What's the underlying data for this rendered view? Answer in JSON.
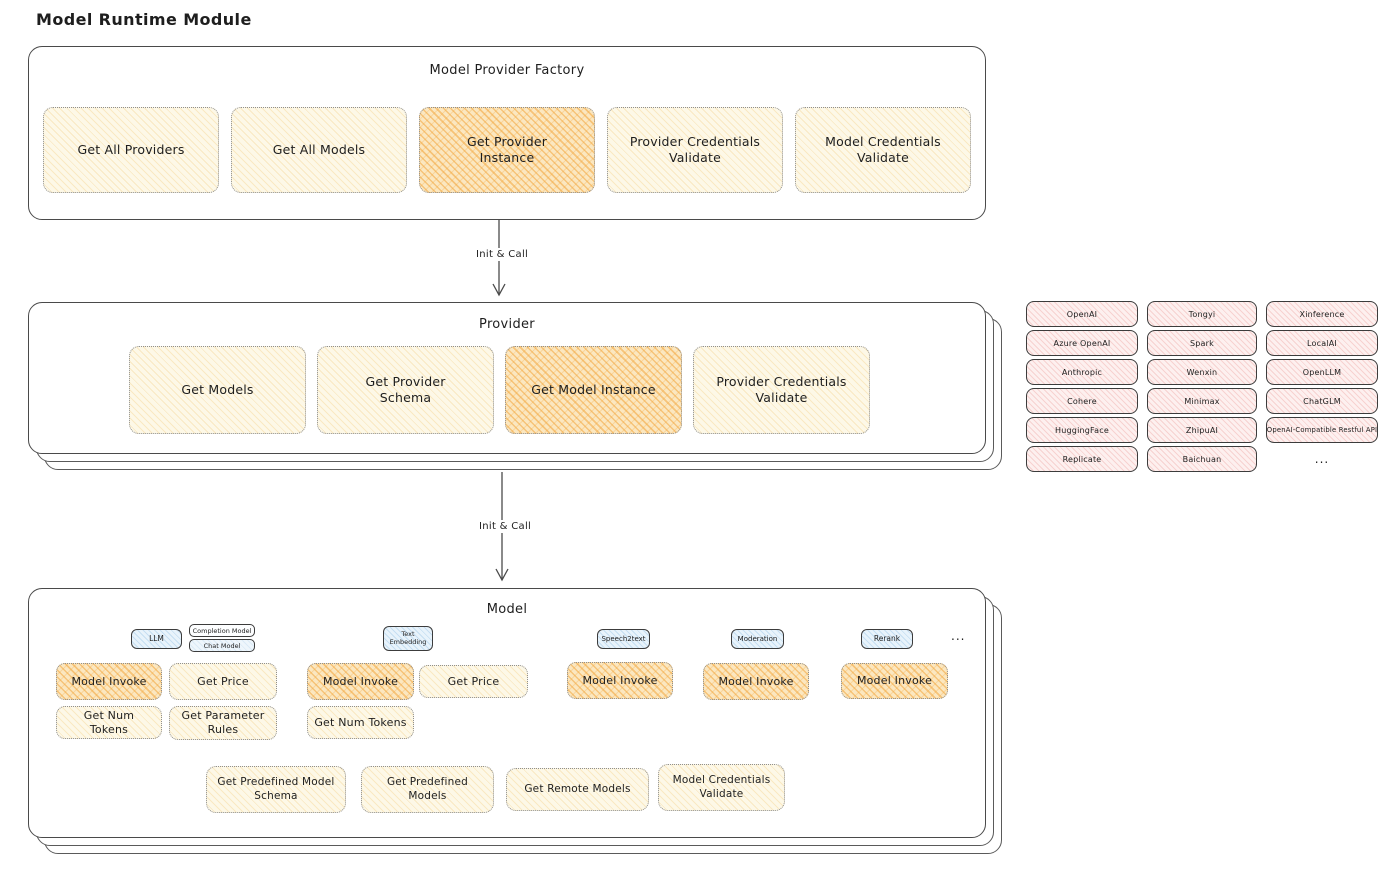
{
  "title": "Model Runtime Module",
  "arrow1": {
    "label": "Init & Call"
  },
  "arrow2": {
    "label": "Init & Call"
  },
  "factory": {
    "title": "Model Provider Factory",
    "buttons": [
      {
        "label": "Get All Providers"
      },
      {
        "label": "Get All Models"
      },
      {
        "label": "Get Provider Instance"
      },
      {
        "label": "Provider Credentials Validate"
      },
      {
        "label": "Model Credentials Validate"
      }
    ]
  },
  "provider": {
    "title": "Provider",
    "buttons": [
      {
        "label": "Get Models"
      },
      {
        "label": "Get Provider Schema"
      },
      {
        "label": "Get Model Instance"
      },
      {
        "label": "Provider Credentials Validate"
      }
    ]
  },
  "provider_list": {
    "items": [
      "OpenAI",
      "Tongyi",
      "Xinference",
      "Azure OpenAI",
      "Spark",
      "LocalAI",
      "Anthropic",
      "Wenxin",
      "OpenLLM",
      "Cohere",
      "Minimax",
      "ChatGLM",
      "HuggingFace",
      "ZhipuAI",
      "OpenAI-Compatible Restful API",
      "Replicate",
      "Baichuan"
    ],
    "more": "..."
  },
  "model": {
    "title": "Model",
    "tags": {
      "llm": "LLM",
      "completion": "Completion Model",
      "chat": "Chat Model",
      "text_embedding": "Text Embedding",
      "speech2text": "Speech2text",
      "moderation": "Moderation",
      "rerank": "Rerank",
      "more": "..."
    },
    "buttons": {
      "llm_invoke": "Model Invoke",
      "llm_price": "Get Price",
      "llm_tokens": "Get Num Tokens",
      "llm_rules": "Get Parameter Rules",
      "te_invoke": "Model Invoke",
      "te_price": "Get Price",
      "te_tokens": "Get Num Tokens",
      "s2t_invoke": "Model Invoke",
      "moderation_invoke": "Model Invoke",
      "rerank_invoke": "Model Invoke"
    },
    "bottom_buttons": [
      {
        "label": "Get Predefined Model Schema"
      },
      {
        "label": "Get Predefined Models"
      },
      {
        "label": "Get Remote Models"
      },
      {
        "label": "Model Credentials Validate"
      }
    ]
  },
  "colors": {
    "yellow_fill": "#fdf8e7",
    "highlight_fill": "#f6c066",
    "pink_fill": "#fdf0ef",
    "blue_fill": "#e8f3fb",
    "stroke_dark": "#3c3c3c"
  }
}
